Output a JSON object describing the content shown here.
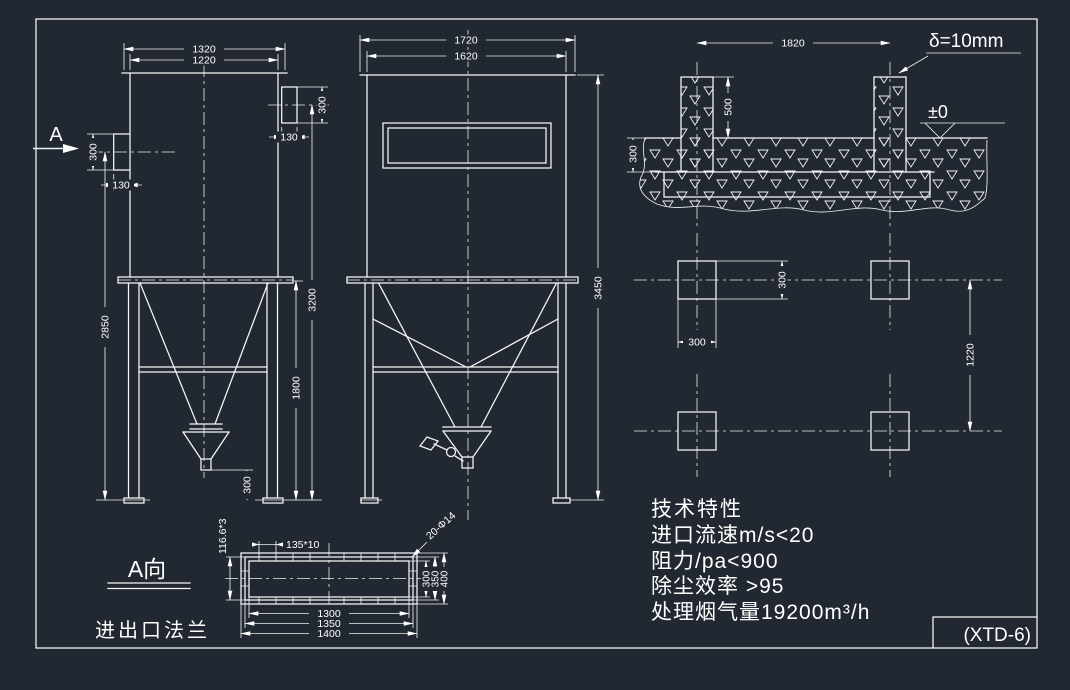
{
  "labels": {
    "section_arrow": "A",
    "view_title": "A向",
    "flange_title": "进出口法兰",
    "delta": "δ=10mm",
    "level": "±0",
    "code": "(XTD-6)"
  },
  "specs": {
    "title": "技术特性",
    "line1": "进口流速m/s<20",
    "line2": "阻力/pa<900",
    "line3": "除尘效率 >95",
    "line4": "处理烟气量19200m³/h"
  },
  "side_view": {
    "width_outer": "1320",
    "width_inner": "1220",
    "flange_left_height": "300",
    "flange_left_width": "130",
    "flange_right_height": "300",
    "flange_right_width": "130",
    "height_overall": "3200",
    "height_to_flange": "2850",
    "leg_height": "1800",
    "outlet_clearance": "300"
  },
  "front_view": {
    "width_outer": "1720",
    "width_inner": "1620",
    "height_overall": "3450"
  },
  "foundation": {
    "column_spacing": "1820",
    "column_height": "500",
    "slab_depth": "300",
    "pad_width": "300",
    "pad_depth": "300",
    "pad_spacing": "1220"
  },
  "flange": {
    "pitch_horizontal": "135*10",
    "pitch_vertical": "116.6*3",
    "holes": "20-Φ14",
    "opening_height": "300",
    "bolt_height": "350",
    "outer_height": "400",
    "opening_width": "1300",
    "bolt_width": "1350",
    "outer_width": "1400"
  }
}
